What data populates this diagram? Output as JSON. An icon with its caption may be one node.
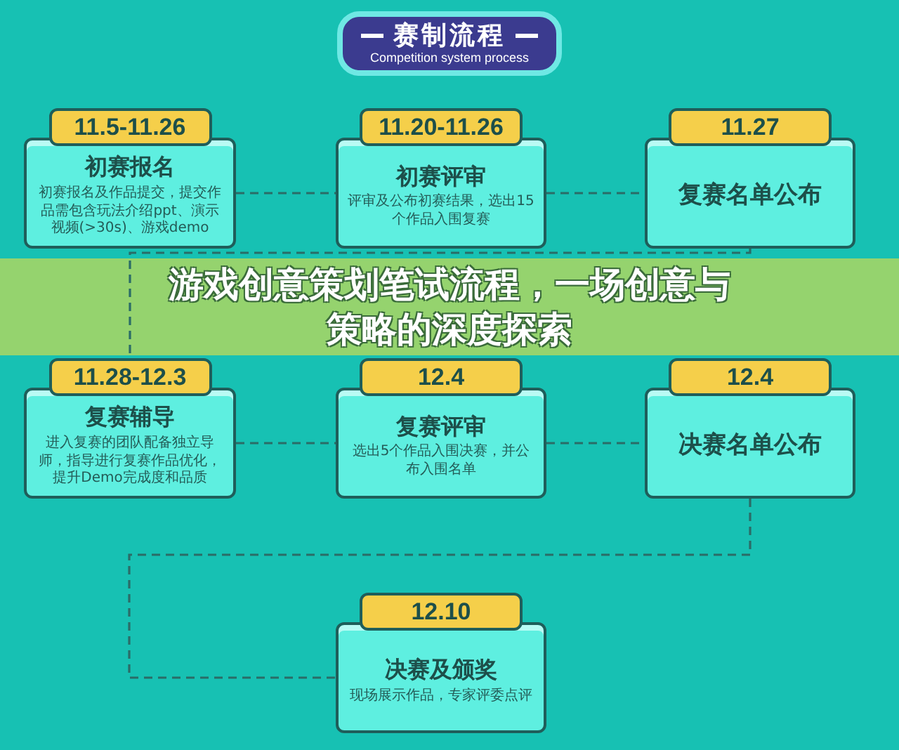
{
  "diagram": {
    "title": "游戏创意策划笔试流程，一场创意与策略的深度探索",
    "nodes": [
      {
        "text": [
          "赛制流程",
          "Competition system process"
        ]
      },
      {
        "text": [
          "11.5-11.26"
        ]
      },
      {
        "text": [
          "初赛报名",
          "初赛报名及作品提交，提交作品需包含玩法介绍ppt、演示视频(>30s)、游戏demo"
        ]
      },
      {
        "text": [
          "11.20-11.26"
        ]
      },
      {
        "text": [
          "初赛评审",
          "评审及公布初赛结果，选出15个作品入围复赛"
        ]
      },
      {
        "text": [
          "11.27"
        ]
      },
      {
        "text": [
          "复赛名单公布"
        ]
      },
      {
        "text": [
          "11.28-12.3"
        ]
      },
      {
        "text": [
          "复赛辅导",
          "进入复赛的团队配备独立导师，指导进行复赛作品优化，提升Demo完成度和品质"
        ]
      },
      {
        "text": [
          "12.4"
        ]
      },
      {
        "text": [
          "复赛评审",
          "选出5个作品入围决赛，并公布入围名单"
        ]
      },
      {
        "text": [
          "12.4"
        ]
      },
      {
        "text": [
          "决赛名单公布"
        ]
      },
      {
        "text": [
          "12.10"
        ]
      },
      {
        "text": [
          "决赛及颁奖",
          "现场展示作品，专家评委点评"
        ]
      }
    ],
    "edges": [
      {
        "from": 2,
        "to": 4,
        "arrow": "none",
        "style": "dashed"
      },
      {
        "from": 4,
        "to": 6,
        "arrow": "none",
        "style": "dashed"
      },
      {
        "from": 6,
        "to": 7,
        "arrow": "none",
        "style": "dashed"
      },
      {
        "from": 8,
        "to": 10,
        "arrow": "none",
        "style": "dashed"
      },
      {
        "from": 10,
        "to": 12,
        "arrow": "none",
        "style": "dashed"
      },
      {
        "from": 12,
        "to": 14,
        "arrow": "none",
        "style": "dashed"
      }
    ]
  }
}
